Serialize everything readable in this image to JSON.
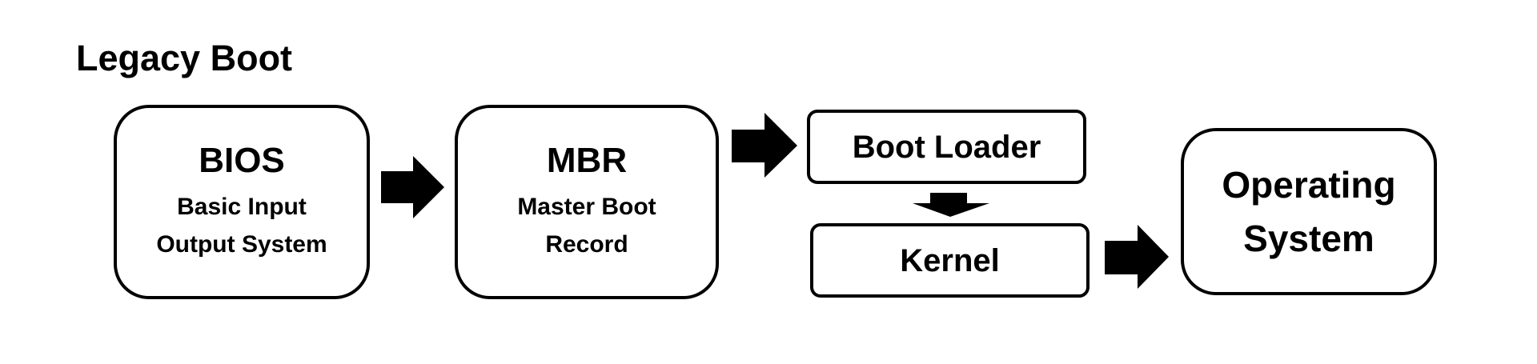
{
  "title": "Legacy Boot",
  "nodes": {
    "bios": {
      "label": "BIOS",
      "subtitle_line1": "Basic Input",
      "subtitle_line2": "Output System"
    },
    "mbr": {
      "label": "MBR",
      "subtitle_line1": "Master Boot",
      "subtitle_line2": "Record"
    },
    "boot_loader": {
      "label": "Boot Loader"
    },
    "kernel": {
      "label": "Kernel"
    },
    "operating_system": {
      "label_line1": "Operating",
      "label_line2": "System"
    }
  },
  "colors": {
    "stroke": "#000000",
    "fill": "#ffffff",
    "text": "#000000"
  }
}
